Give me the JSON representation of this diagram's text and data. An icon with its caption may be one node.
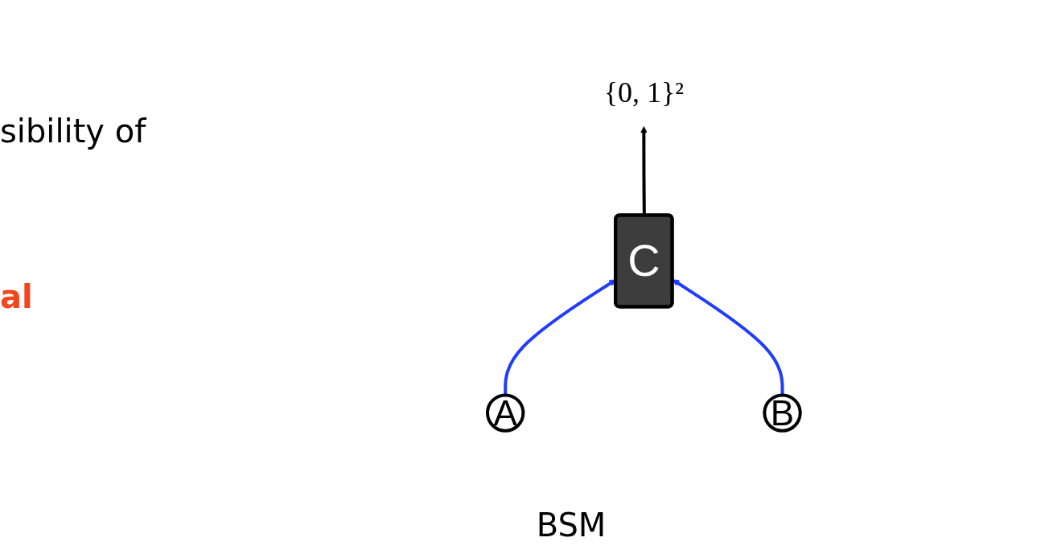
{
  "diagram": {
    "nodes": [
      {
        "text": [
          "{0, 1}²"
        ]
      },
      {
        "text": [
          "C"
        ]
      },
      {
        "text": [
          "A"
        ]
      },
      {
        "text": [
          "B"
        ]
      }
    ],
    "edges": [
      {
        "from": 1,
        "to": 0,
        "arrow": "to",
        "color": "#000000"
      },
      {
        "from": 2,
        "to": 1,
        "arrow": "to",
        "color": "#1f3cff"
      },
      {
        "from": 3,
        "to": 1,
        "arrow": "to",
        "color": "#1f3cff"
      }
    ],
    "labels": [
      "sibility of",
      "al",
      "BSM"
    ]
  }
}
